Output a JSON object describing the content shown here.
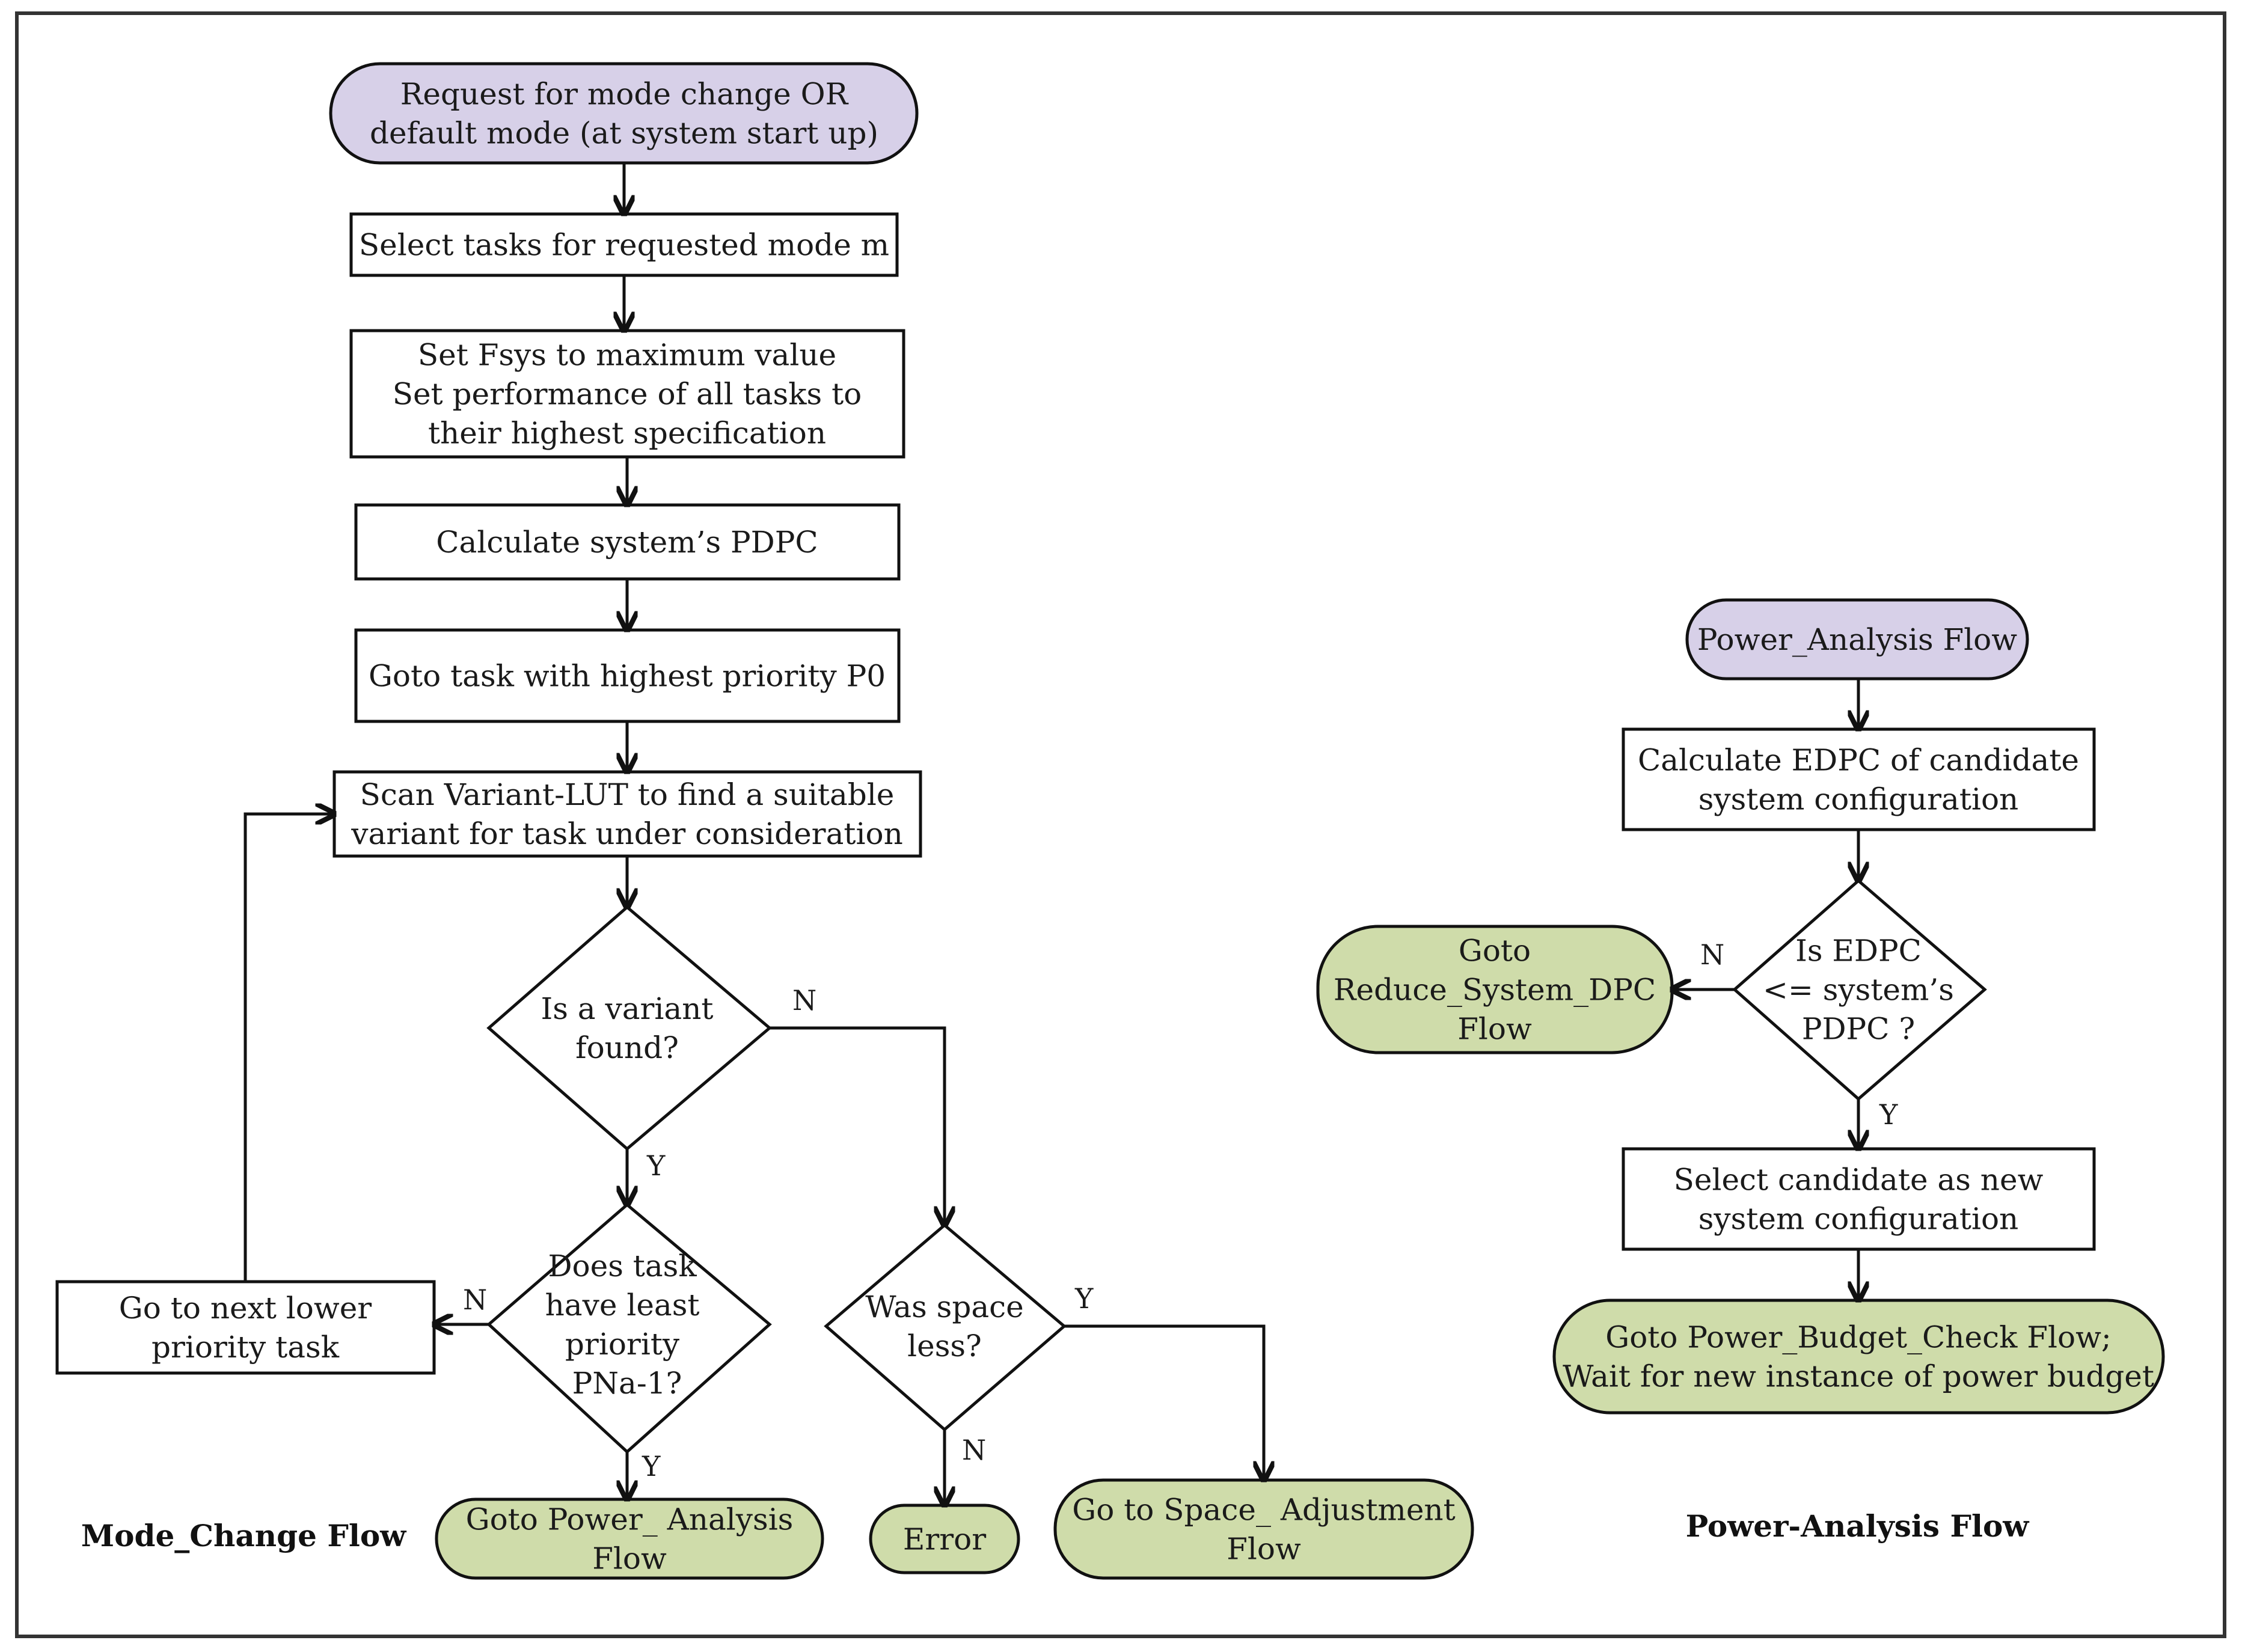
{
  "colors": {
    "terminal_start": "#d7d0e8",
    "terminal_end": "#cfdcaa",
    "process": "#ffffff",
    "decision": "#ffffff",
    "stroke": "#111111"
  },
  "mode_change": {
    "caption": "Mode_Change Flow",
    "start": [
      "Request for mode change OR",
      "default mode (at system start up)"
    ],
    "select_tasks": [
      "Select tasks for requested mode m"
    ],
    "set_fsys": [
      "Set Fsys to maximum value",
      "Set performance of all tasks to",
      "their highest specification"
    ],
    "calc_pdpc": [
      "Calculate system’s PDPC"
    ],
    "goto_highest": [
      "Goto task with highest priority P0"
    ],
    "scan_lut": [
      "Scan Variant-LUT to find a suitable",
      "variant for task under consideration"
    ],
    "variant_found": [
      "Is a variant",
      "found?"
    ],
    "least_priority": [
      "Does task",
      "have least",
      "priority",
      "PNa-1?"
    ],
    "next_lower": [
      "Go to next lower",
      "priority task"
    ],
    "space_less": [
      "Was space",
      "less?"
    ],
    "goto_power": [
      "Goto Power_ Analysis",
      "Flow"
    ],
    "error": [
      "Error"
    ],
    "goto_space": [
      "Go to Space_ Adjustment",
      "Flow"
    ]
  },
  "power_analysis": {
    "caption": "Power-Analysis Flow",
    "start": [
      "Power_Analysis Flow"
    ],
    "calc_edpc": [
      "Calculate EDPC of candidate",
      "system configuration"
    ],
    "edpc_check": [
      "Is EDPC",
      "<= system’s",
      "PDPC ?"
    ],
    "goto_reduce": [
      "Goto",
      "Reduce_System_DPC",
      "Flow"
    ],
    "select_candidate": [
      "Select candidate as new",
      "system configuration"
    ],
    "goto_budget": [
      "Goto Power_Budget_Check Flow;",
      "Wait for new instance of power budget"
    ]
  },
  "edge_labels": {
    "variant_no": "N",
    "variant_yes": "Y",
    "least_no": "N",
    "least_yes": "Y",
    "space_yes": "Y",
    "space_no": "N",
    "edpc_no": "N",
    "edpc_yes": "Y"
  }
}
